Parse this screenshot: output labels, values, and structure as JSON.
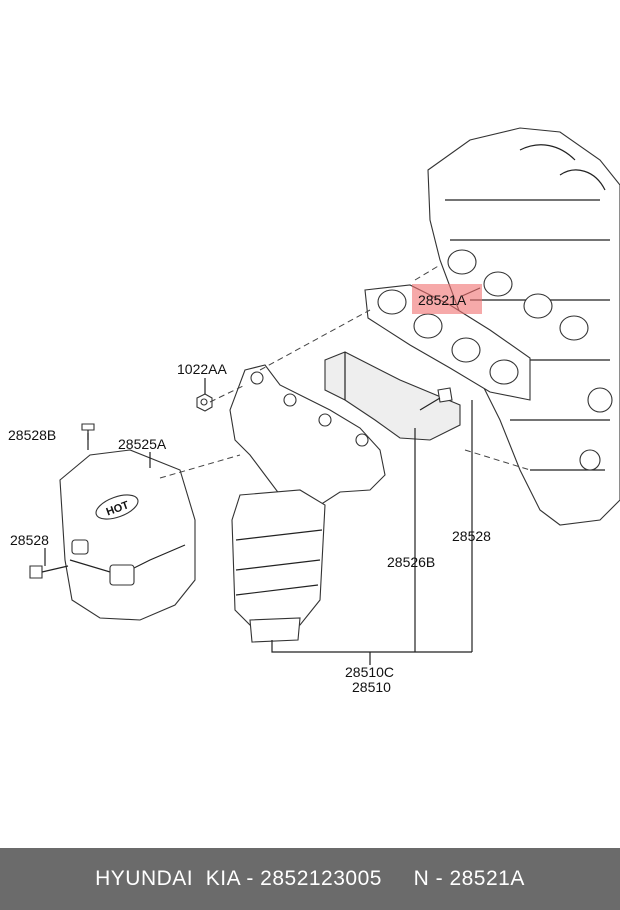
{
  "labels": {
    "gasket": "28521A",
    "nut": "1022AA",
    "bolt_b": "28528B",
    "heat_shield": "28525A",
    "bolt": "28528",
    "bolt_right": "28528",
    "bracket": "28526B",
    "manifold_c": "28510C",
    "manifold": "28510",
    "hot_mark": "HOT"
  },
  "highlight_color": "#f07070",
  "footer": {
    "text": "HYUNDAI  KIA - 2852123005     N - 28521A"
  }
}
